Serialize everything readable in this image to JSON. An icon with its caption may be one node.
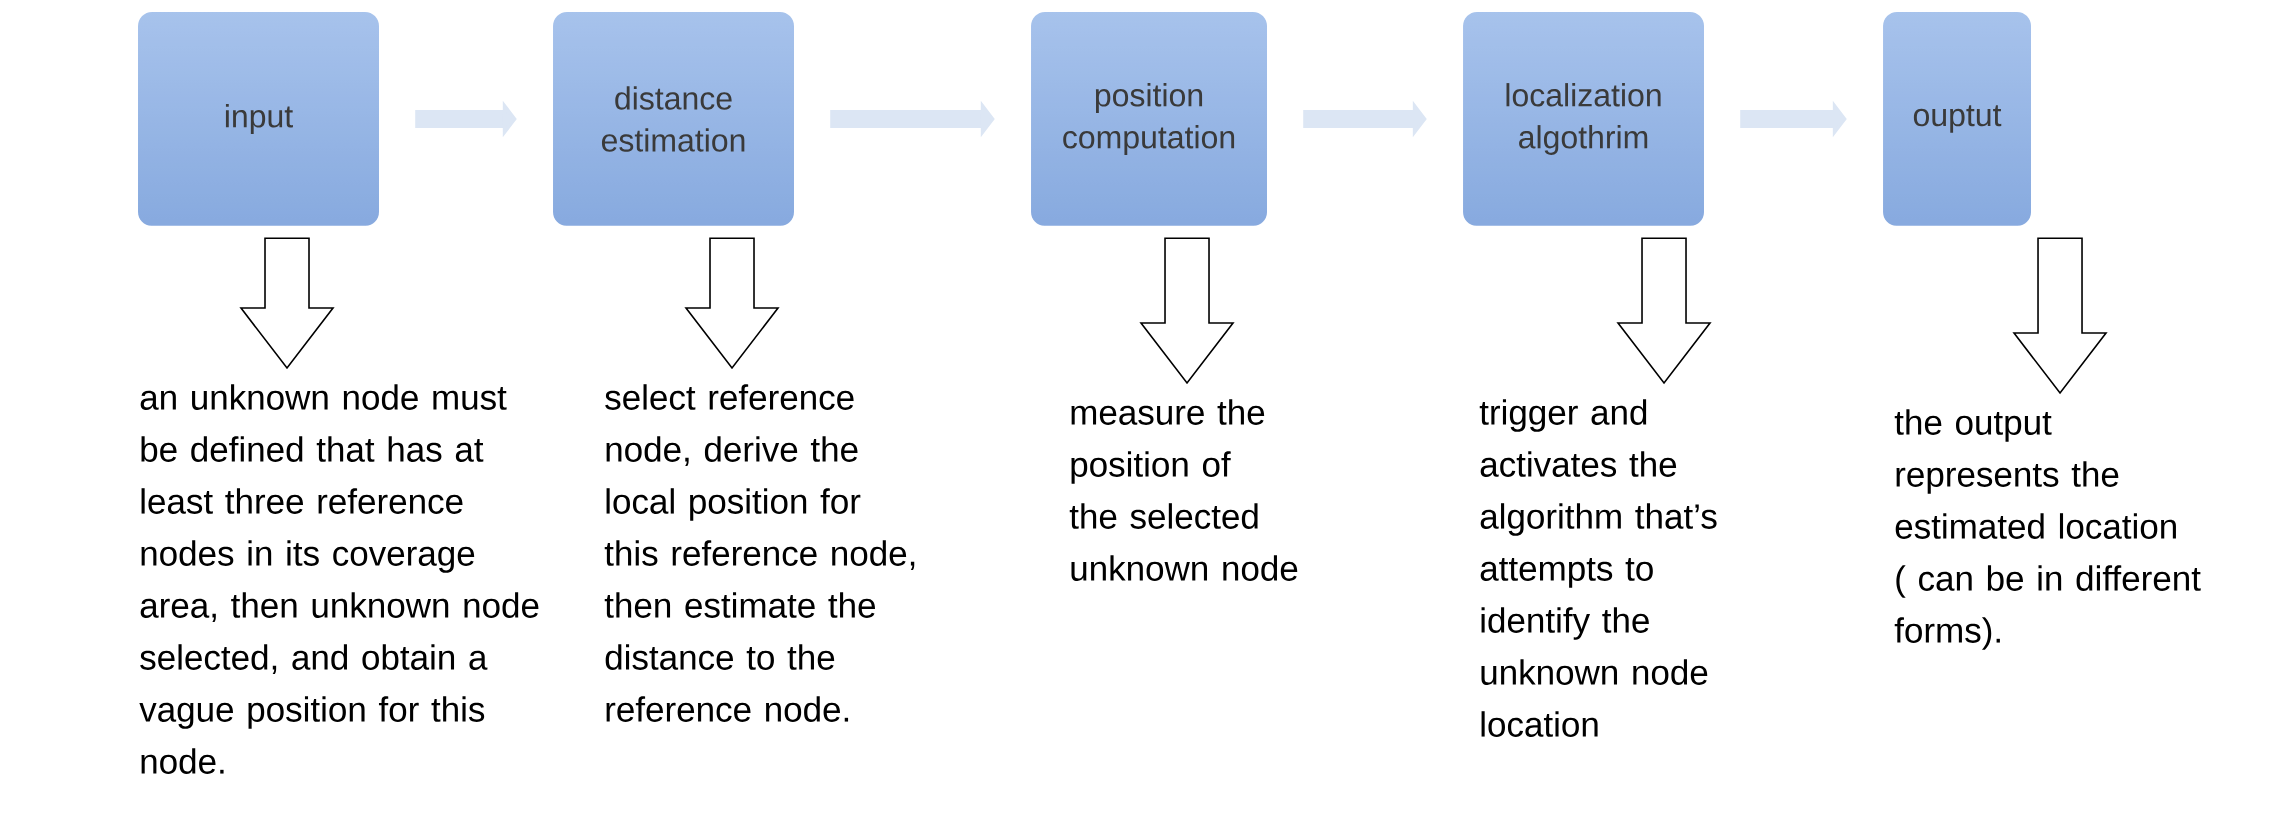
{
  "diagram": {
    "nodes": [
      {
        "text": [
          "input"
        ]
      },
      {
        "text": [
          "distance estimation"
        ]
      },
      {
        "text": [
          "position computation"
        ]
      },
      {
        "text": [
          "localization algothrim"
        ]
      },
      {
        "text": [
          "ouptut"
        ]
      },
      {
        "text": [
          "an unknown node must be defined that has at least three reference nodes in its coverage area, then unknown node selected, and obtain a vague position for this node."
        ]
      },
      {
        "text": [
          "select reference node, derive the local position for this reference node, then estimate the distance to the reference node."
        ]
      },
      {
        "text": [
          "measure the position of the selected unknown node"
        ]
      },
      {
        "text": [
          "trigger and activates the algorithm that’s attempts to identify the unknown node location"
        ]
      },
      {
        "text": [
          "the output represents the estimated location ( can be in different forms)."
        ]
      }
    ],
    "edges": [
      {
        "from": 0,
        "to": 1,
        "arrow": "to",
        "color": "#dce6f4"
      },
      {
        "from": 1,
        "to": 2,
        "arrow": "to",
        "color": "#dce6f4"
      },
      {
        "from": 2,
        "to": 3,
        "arrow": "to",
        "color": "#dce6f4"
      },
      {
        "from": 3,
        "to": 4,
        "arrow": "to",
        "color": "#dce6f4"
      },
      {
        "from": 0,
        "to": 5,
        "arrow": "to"
      },
      {
        "from": 1,
        "to": 6,
        "arrow": "to"
      },
      {
        "from": 2,
        "to": 7,
        "arrow": "to"
      },
      {
        "from": 3,
        "to": 8,
        "arrow": "to"
      },
      {
        "from": 4,
        "to": 9,
        "arrow": "to"
      }
    ]
  }
}
